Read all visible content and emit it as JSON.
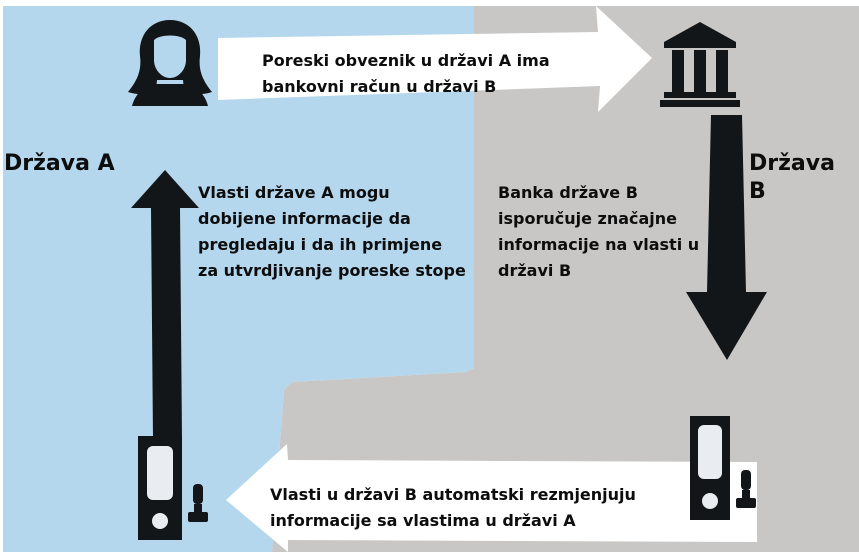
{
  "diagram": {
    "country_a": {
      "label": "Država A"
    },
    "country_b": {
      "label": "Država B"
    },
    "steps": {
      "top": "Poreski obveznik u državi A ima bankovni račun u državi B",
      "right": "Banka države B isporučuje značajne informacije na vlasti u državi B",
      "bottom": "Vlasti u državi B automatski rezmjenjuju informacije sa vlastima u državi A",
      "left": "Vlasti države A mogu dobijene informacije da pregledaju i da ih primjene za utvrdjivanje poreske stope"
    },
    "icons": {
      "person": "woman-silhouette-icon",
      "bank": "bank-building-icon",
      "folder_b": "binder-folder-icon",
      "stamp_b": "stamp-icon",
      "folder_a": "binder-folder-icon",
      "stamp_a": "stamp-icon"
    },
    "colors": {
      "country_a_bg": "#b4d7ee",
      "country_b_bg": "#c8c7c5",
      "arrow_dark": "#131619",
      "arrow_light": "#ffffff"
    }
  }
}
